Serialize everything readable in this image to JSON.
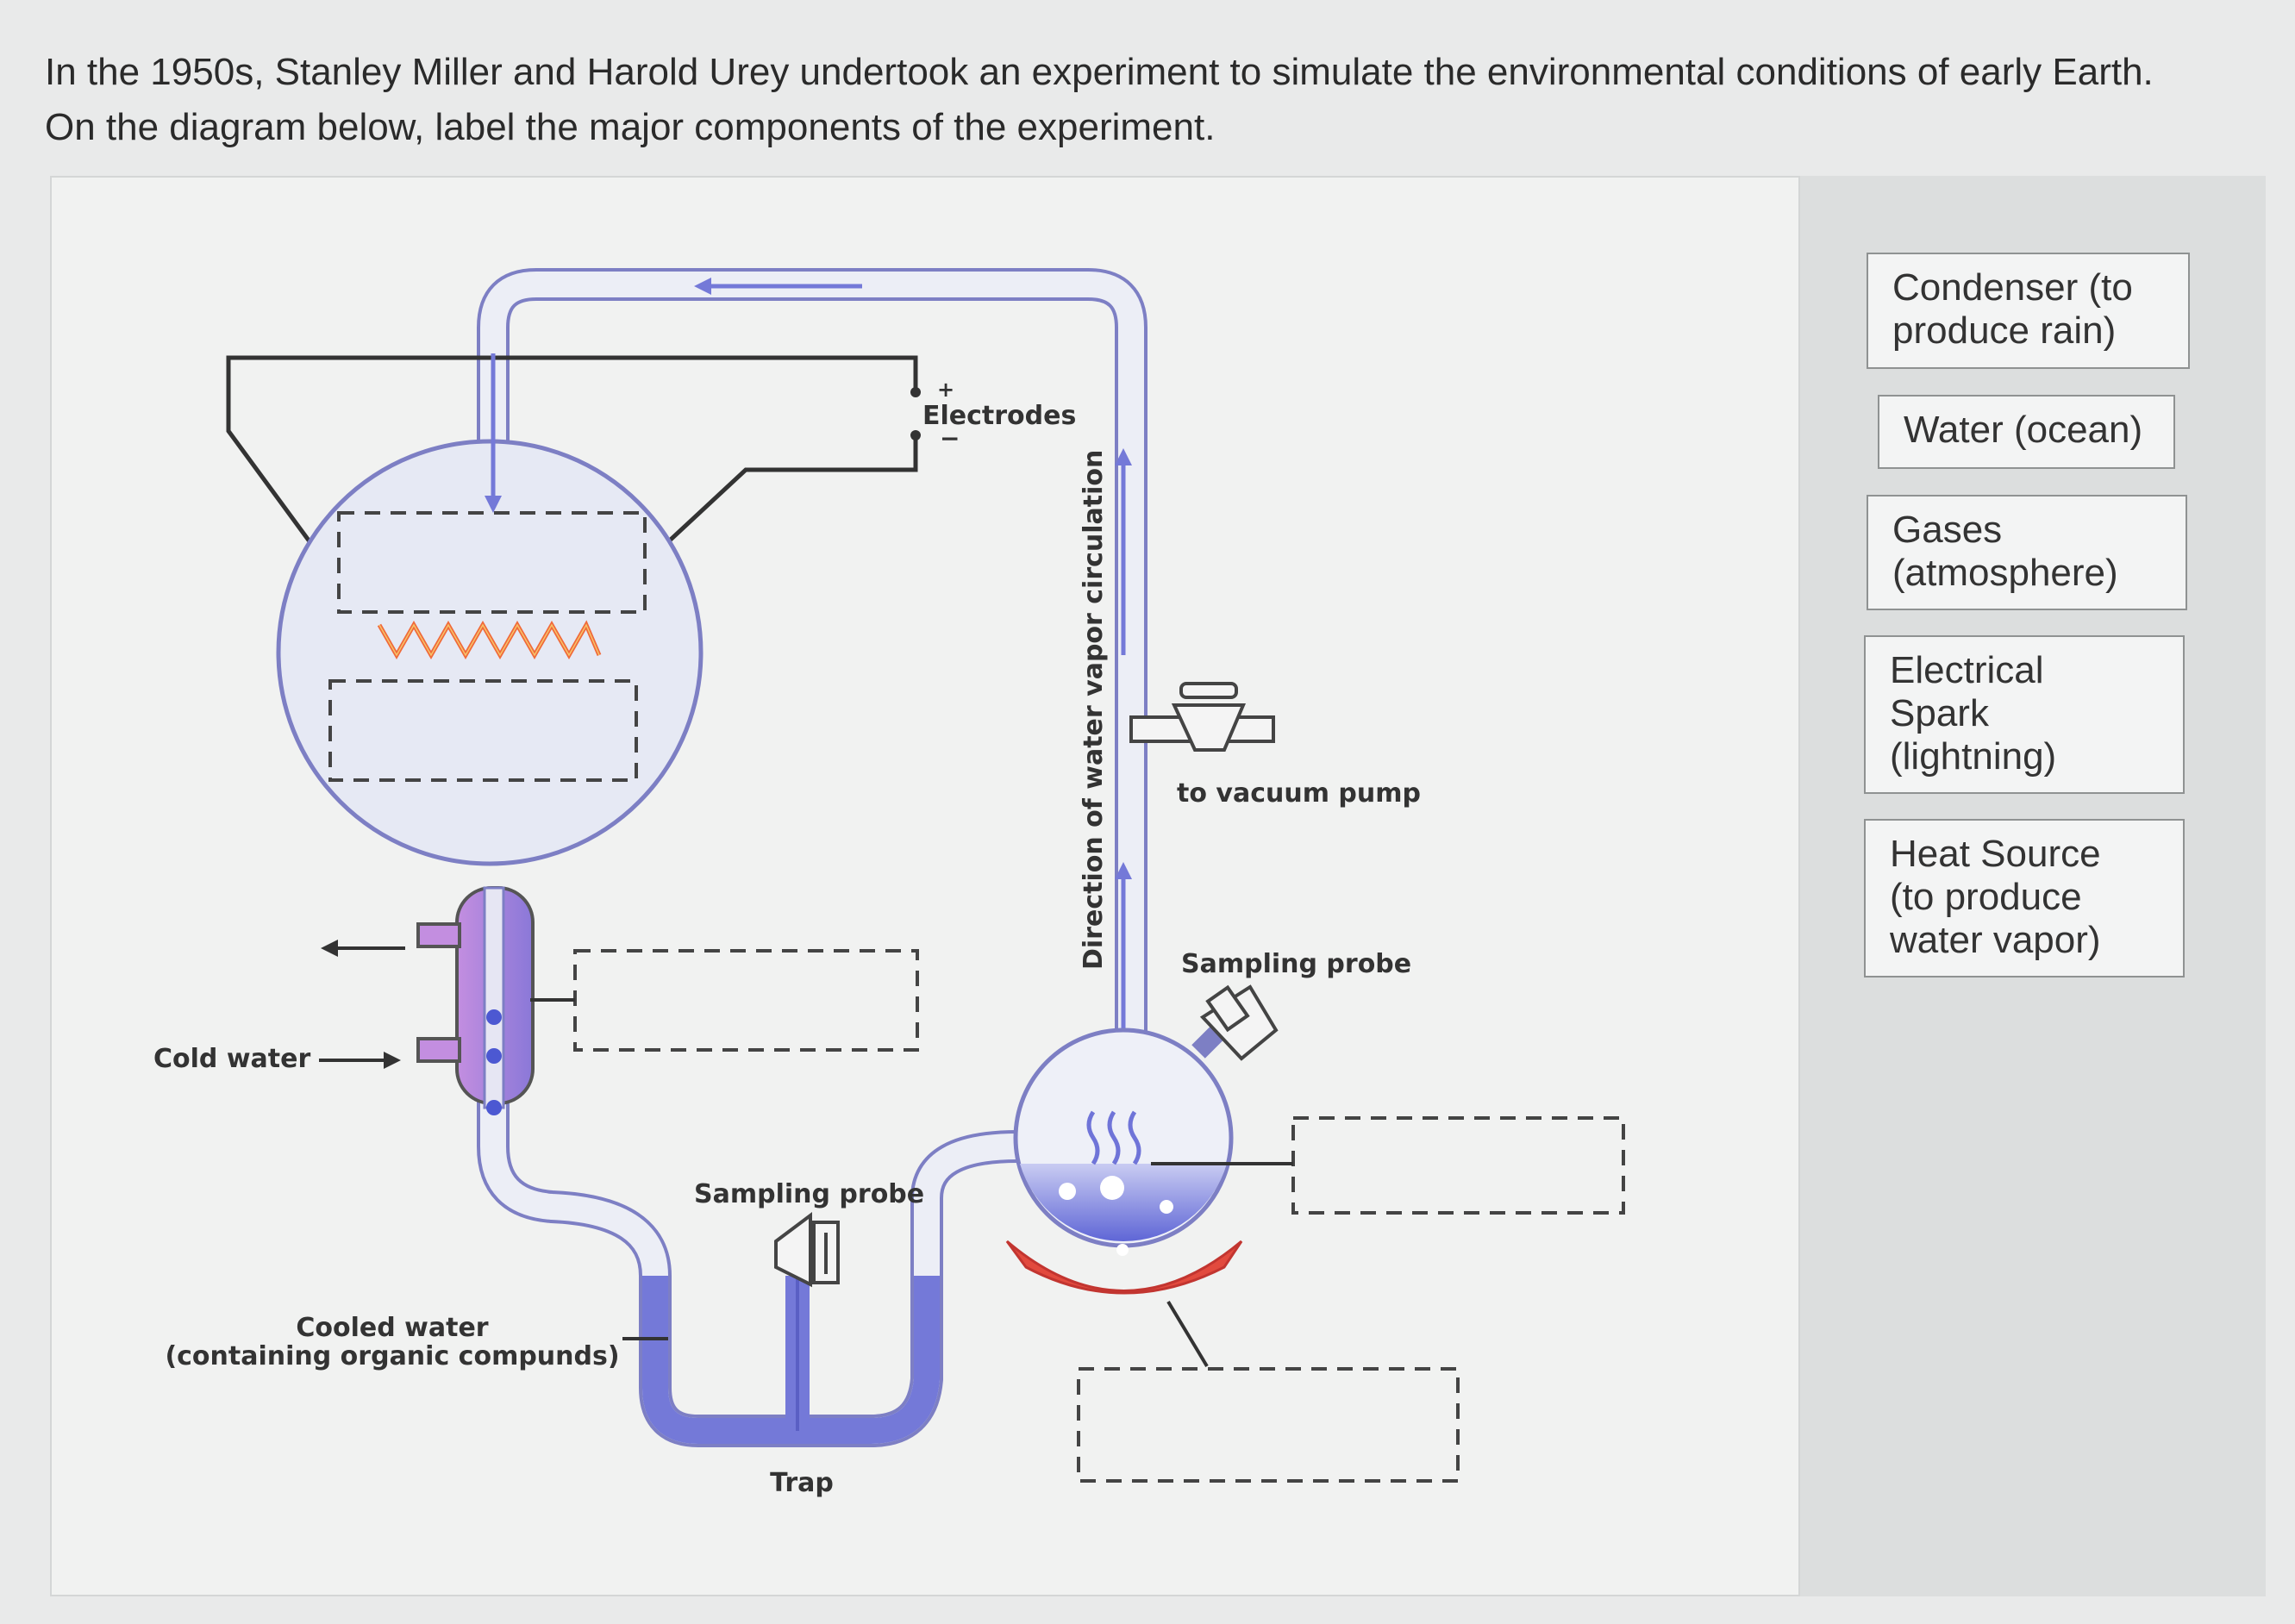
{
  "question": {
    "line1": "In the 1950s, Stanley Miller and Harold Urey undertook an experiment to simulate the environmental conditions of early Earth.",
    "line2": "On the diagram below, label the major components of the experiment."
  },
  "diagram": {
    "electrodes": "Electrodes",
    "plus": "+",
    "minus": "−",
    "direction": "Direction of water vapor circulation",
    "vacuum": "to vacuum pump",
    "sampling_probe_right": "Sampling probe",
    "sampling_probe_left": "Sampling probe",
    "cold_water": "Cold water",
    "cooled_water_1": "Cooled water",
    "cooled_water_2": "(containing organic compunds)",
    "trap": "Trap"
  },
  "answer_bank": [
    {
      "id": "condenser",
      "lines": [
        "Condenser (to",
        "produce rain)"
      ]
    },
    {
      "id": "water",
      "lines": [
        "Water (ocean)"
      ]
    },
    {
      "id": "gases",
      "lines": [
        "Gases",
        "(atmosphere)"
      ]
    },
    {
      "id": "spark",
      "lines": [
        "Electrical",
        "Spark",
        "(lightning)"
      ]
    },
    {
      "id": "heat",
      "lines": [
        "Heat Source",
        "(to produce",
        "water vapor)"
      ]
    }
  ],
  "colors": {
    "tube": "#7d7fc4",
    "tube_fill": "#eceef6",
    "water": "#6f74d8",
    "spark": "#f06a3a",
    "heat": "#e24a3e",
    "condenser": "#b07dd8"
  }
}
